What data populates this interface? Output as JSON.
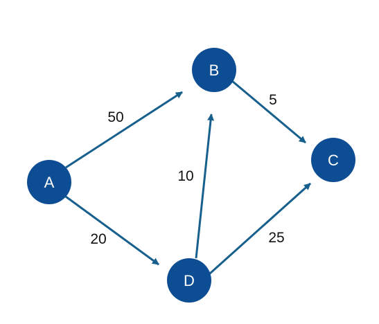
{
  "graph": {
    "colors": {
      "node_fill": "#0d4d93",
      "edge_stroke": "#175f8c",
      "label_text": "#111111",
      "node_text": "#ffffff"
    },
    "nodes": [
      {
        "id": "A",
        "label": "A"
      },
      {
        "id": "B",
        "label": "B"
      },
      {
        "id": "C",
        "label": "C"
      },
      {
        "id": "D",
        "label": "D"
      }
    ],
    "edges": [
      {
        "from": "A",
        "to": "B",
        "weight": "50"
      },
      {
        "from": "A",
        "to": "D",
        "weight": "20"
      },
      {
        "from": "D",
        "to": "B",
        "weight": "10"
      },
      {
        "from": "B",
        "to": "C",
        "weight": "5"
      },
      {
        "from": "D",
        "to": "C",
        "weight": "25"
      }
    ]
  }
}
